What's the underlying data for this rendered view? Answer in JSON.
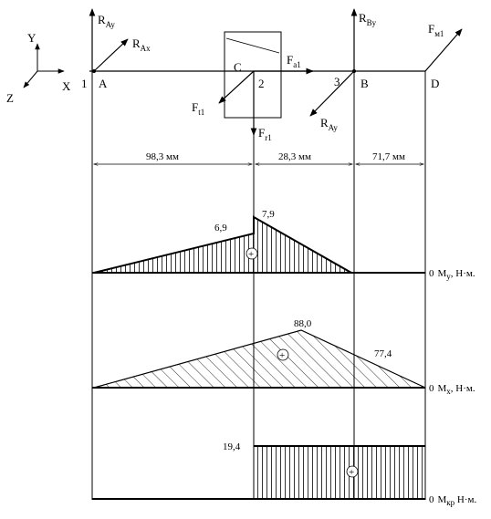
{
  "coord_axes": {
    "y": "Y",
    "x": "X",
    "z": "Z"
  },
  "points": {
    "p1": "1",
    "A": "A",
    "C": "C",
    "p2": "2",
    "p3": "3",
    "B": "B",
    "D": "D"
  },
  "forces": {
    "RAy_top": {
      "main": "R",
      "sub": "Ay"
    },
    "RAx": {
      "main": "R",
      "sub": "Ax"
    },
    "RBy": {
      "main": "R",
      "sub": "By"
    },
    "Fm1": {
      "main": "F",
      "sub": "м1"
    },
    "Fa1": {
      "main": "F",
      "sub": "a1"
    },
    "Ft1": {
      "main": "F",
      "sub": "t1"
    },
    "Fr1": {
      "main": "F",
      "sub": "r1"
    },
    "RAy_low": {
      "main": "R",
      "sub": "Ay"
    }
  },
  "dimensions": [
    "98,3 мм",
    "28,3 мм",
    "71,7 мм"
  ],
  "diagrams": {
    "my": {
      "v1": "6,9",
      "v2": "7,9",
      "zero": "0",
      "axis_main": "M",
      "axis_sub": "y",
      "axis_unit": ", Н·м."
    },
    "mx": {
      "peak": "88,0",
      "right": "77,4",
      "zero": "0",
      "axis_main": "M",
      "axis_sub": "x",
      "axis_unit": ", Н·м."
    },
    "mkr": {
      "value": "19,4",
      "zero": "0",
      "axis_main": "M",
      "axis_sub": "кр",
      "axis_unit": " Н·м."
    }
  },
  "plus_sign": "+"
}
